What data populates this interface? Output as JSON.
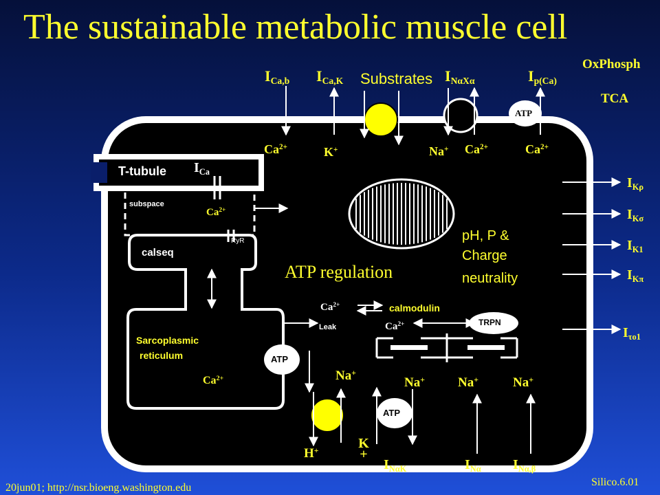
{
  "title": "The sustainable metabolic muscle cell",
  "top_right": {
    "oxphos": "OxPhosph",
    "tca": "TCA"
  },
  "currents_top": {
    "ica_b": {
      "main": "I",
      "sub": "Ca,b"
    },
    "ica_k": {
      "main": "I",
      "sub": "Ca,K"
    },
    "substrates": "Substrates",
    "inaxa": {
      "main": "I",
      "sub": "NαXα"
    },
    "ip_ca": {
      "main": "I",
      "sub": "p(Ca)"
    }
  },
  "top_ions": {
    "ca1": {
      "main": "Ca",
      "sup": "2+"
    },
    "k": {
      "main": "K",
      "sup": "+"
    },
    "na": {
      "main": "Na",
      "sup": "+"
    },
    "ca2": {
      "main": "Ca",
      "sup": "2+"
    },
    "ca3": {
      "main": "Ca",
      "sup": "2+"
    }
  },
  "pump_atp": "ATP",
  "ttubule": "T-tubule",
  "ica_label": {
    "main": "I",
    "sub": "Ca"
  },
  "subspace": "subspace",
  "subspace_ca": {
    "main": "Ca",
    "sup": "2+"
  },
  "ryr": "RyR",
  "calseq": "calseq",
  "sr_label": [
    "Sarcoplasmic",
    "reticulum"
  ],
  "sr_atp": "ATP",
  "sr_ca": {
    "main": "Ca",
    "sup": "2+"
  },
  "atp_regulation": "ATP regulation",
  "ph_text": [
    "pH, P &",
    "Charge",
    "neutrality"
  ],
  "calmodulin": "calmodulin",
  "leak_ca": {
    "main": "Ca",
    "sup": "2+"
  },
  "leak": "Leak",
  "trpn_ca": {
    "main": "Ca",
    "sup": "2+"
  },
  "trpn": "TRPN",
  "k_channels": [
    "K",
    "+"
  ],
  "right_currents": [
    {
      "main": "I",
      "sub": "Kρ"
    },
    {
      "main": "I",
      "sub": "Kσ"
    },
    {
      "main": "I",
      "sub": "K1"
    },
    {
      "main": "I",
      "sub": "Kπ"
    },
    {
      "main": "I",
      "sub": "τo1"
    }
  ],
  "bottom_ions": {
    "na1": {
      "main": "Na",
      "sup": "+"
    },
    "na2": {
      "main": "Na",
      "sup": "+"
    },
    "na3": {
      "main": "Na",
      "sup": "+"
    },
    "na4": {
      "main": "Na",
      "sup": "+"
    },
    "h": {
      "main": "H",
      "sup": "+"
    }
  },
  "bottom_atp": "ATP",
  "bottom_k": [
    "K",
    "+"
  ],
  "bottom_currents": {
    "inak": {
      "main": "I",
      "sub": "NαK"
    },
    "ina": {
      "main": "I",
      "sub": "Nα"
    },
    "inab": {
      "main": "I",
      "sub": "Nα,β"
    }
  },
  "footer_left": "20jun01; http://nsr.bioeng.washington.edu",
  "footer_right": "Silico.6.01",
  "colors": {
    "title": "#ffff2e",
    "cell": "#000000",
    "membrane": "#ffffff",
    "transporter": "#ffff00"
  }
}
